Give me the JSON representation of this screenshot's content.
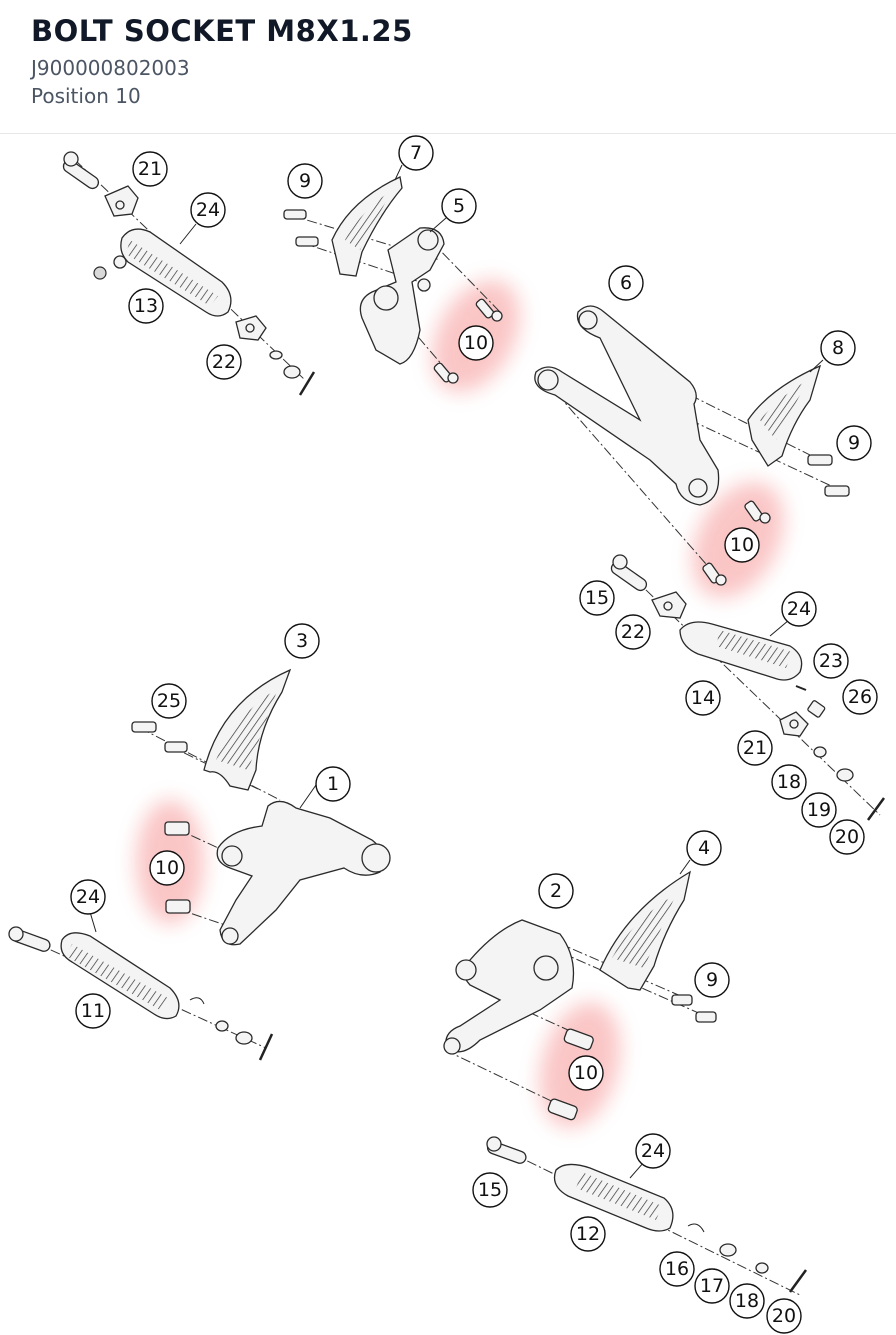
{
  "header": {
    "title": "BOLT SOCKET M8X1.25",
    "part_number": "J900000802003",
    "position": "Position 10"
  },
  "highlight_color": "#f25b5b",
  "callouts": {
    "c21a": "21",
    "c24a": "24",
    "c13": "13",
    "c22a": "22",
    "c9a": "9",
    "c7": "7",
    "c5": "5",
    "c10a": "10",
    "c6": "6",
    "c8": "8",
    "c9b": "9",
    "c10b": "10",
    "c15a": "15",
    "c22b": "22",
    "c24b": "24",
    "c23": "23",
    "c26": "26",
    "c14": "14",
    "c21b": "21",
    "c18a": "18",
    "c19": "19",
    "c20a": "20",
    "c3": "3",
    "c25": "25",
    "c1": "1",
    "c10c": "10",
    "c24c": "24",
    "c11": "11",
    "c4": "4",
    "c2": "2",
    "c9c": "9",
    "c10d": "10",
    "c24d": "24",
    "c15b": "15",
    "c12": "12",
    "c16": "16",
    "c17": "17",
    "c18b": "18",
    "c20b": "20"
  }
}
